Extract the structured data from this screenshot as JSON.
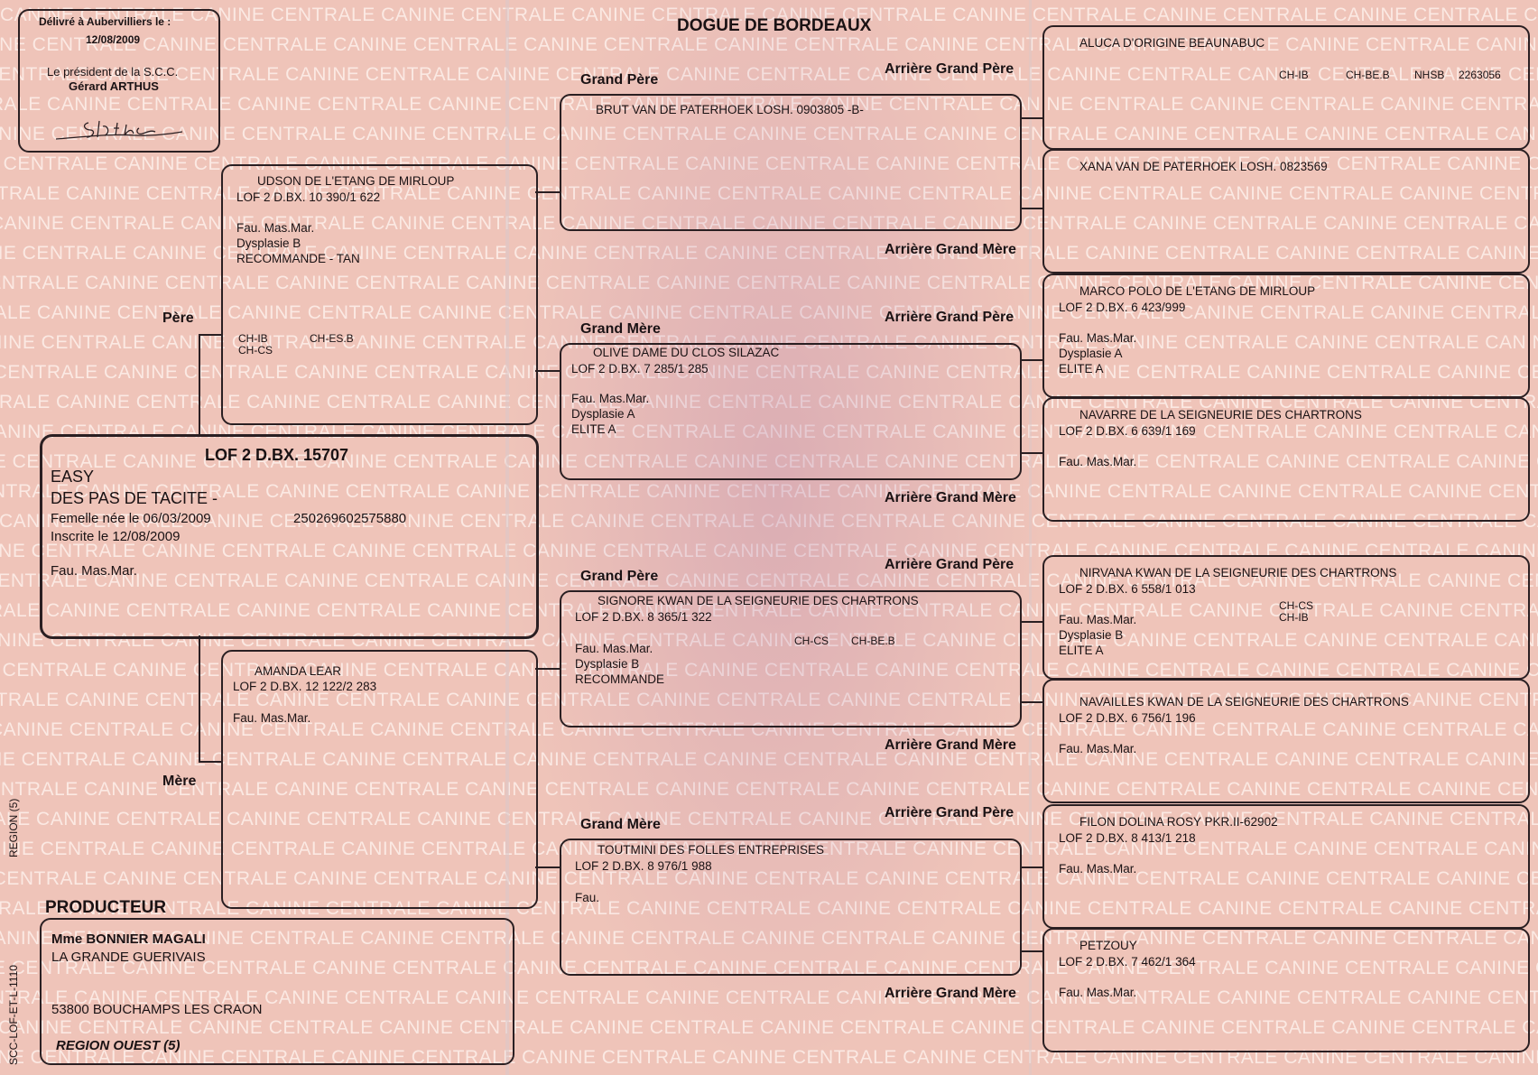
{
  "watermark": "CANINE CENTRALE",
  "title": "DOGUE DE BORDEAUX",
  "issue": {
    "line1": "Délivré à Aubervilliers le :",
    "date": "12/08/2009",
    "president": "Le président de la S.C.C.",
    "name": "Gérard ARTHUS",
    "signature": "signature"
  },
  "subject": {
    "reg": "LOF 2 D.BX. 15707",
    "name1": "EASY",
    "name2": "DES PAS DE TACITE -",
    "birth": "Femelle née le  06/03/2009",
    "chip": "250269602575880",
    "registered": "Inscrite le 12/08/2009",
    "tests": "Fau. Mas.Mar."
  },
  "labels": {
    "pere": "Père",
    "mere": "Mère",
    "grand_pere": "Grand Père",
    "grand_mere": "Grand Mère",
    "arr_gp": "Arrière Grand Père",
    "arr_gm": "Arrière Grand Mère"
  },
  "sire": {
    "name": "UDSON  DE L'ETANG DE MIRLOUP",
    "reg": "LOF 2 D.BX. 10 390/1 622",
    "l1": "Fau. Mas.Mar.",
    "l2": "Dysplasie B",
    "l3": "RECOMMANDE - TAN",
    "t1": "CH-IB",
    "t2": "CH-CS",
    "t3": "CH-ES.B"
  },
  "dam": {
    "name": "AMANDA LEAR",
    "reg": "LOF 2 D.BX. 12 122/2 283",
    "l1": "Fau. Mas.Mar."
  },
  "gp1": {
    "name": "BRUT VAN DE PATERHOEK LOSH. 0903805 -B-"
  },
  "gm1": {
    "name": "OLIVE DAME  DU CLOS SILAZAC",
    "reg": "LOF 2 D.BX. 7 285/1 285",
    "l1": "Fau. Mas.Mar.",
    "l2": "Dysplasie A",
    "l3": "ELITE A"
  },
  "gp2": {
    "name": "SIGNORE KWAN  DE LA SEIGNEURIE DES CHARTRONS",
    "reg": "LOF 2 D.BX. 8 365/1 322",
    "l1": "Fau. Mas.Mar.",
    "l2": "Dysplasie B",
    "l3": "RECOMMANDE",
    "t1": "CH-CS",
    "t2": "CH-BE.B"
  },
  "gm2": {
    "name": "TOUTMINI  DES FOLLES ENTREPRISES",
    "reg": "LOF 2 D.BX. 8 976/1 988",
    "l1": "Fau."
  },
  "a1": {
    "name": "ALUCA D'ORIGINE BEAUNABUC",
    "t1": "CH-IB",
    "t2": "CH-BE.B",
    "t3": "NHSB",
    "t4": "2263056"
  },
  "a2": {
    "name": "XANA VAN DE PATERHOEK  LOSH. 0823569"
  },
  "a3": {
    "name": "MARCO POLO  DE L'ETANG DE MIRLOUP",
    "reg": "LOF 2 D.BX. 6 423/999",
    "l1": "Fau. Mas.Mar.",
    "l2": "Dysplasie A",
    "l3": "ELITE A"
  },
  "a4": {
    "name": "NAVARRE  DE LA SEIGNEURIE DES CHARTRONS",
    "reg": "LOF 2 D.BX. 6 639/1 169",
    "l1": "Fau. Mas.Mar."
  },
  "a5": {
    "name": "NIRVANA KWAN  DE LA SEIGNEURIE DES CHARTRONS",
    "reg": "LOF 2 D.BX. 6 558/1 013",
    "l1": "Fau. Mas.Mar.",
    "l2": "Dysplasie B",
    "l3": "ELITE A",
    "t1": "CH-CS",
    "t2": "CH-IB"
  },
  "a6": {
    "name": "NAVAILLES KWAN  DE LA SEIGNEURIE DES CHARTRONS",
    "reg": "LOF 2 D.BX. 6 756/1 196",
    "l1": "Fau. Mas.Mar."
  },
  "a7": {
    "name": "FILON DOLINA ROSY PKR.II-62902",
    "reg": "LOF 2 D.BX. 8 413/1 218",
    "l1": "Fau. Mas.Mar."
  },
  "a8": {
    "name": "PETZOUY",
    "reg": "LOF 2 D.BX. 7 462/1 364",
    "l1": "Fau. Mas.Mar."
  },
  "producer": {
    "heading": "PRODUCTEUR",
    "name": "Mme BONNIER MAGALI",
    "place": "LA GRANDE GUERIVAIS",
    "address": "53800 BOUCHAMPS LES CRAON",
    "region": "REGION OUEST (5)"
  },
  "side": {
    "region": "REGION (5)",
    "code": "SCC-LOF-ET-L-1110"
  }
}
